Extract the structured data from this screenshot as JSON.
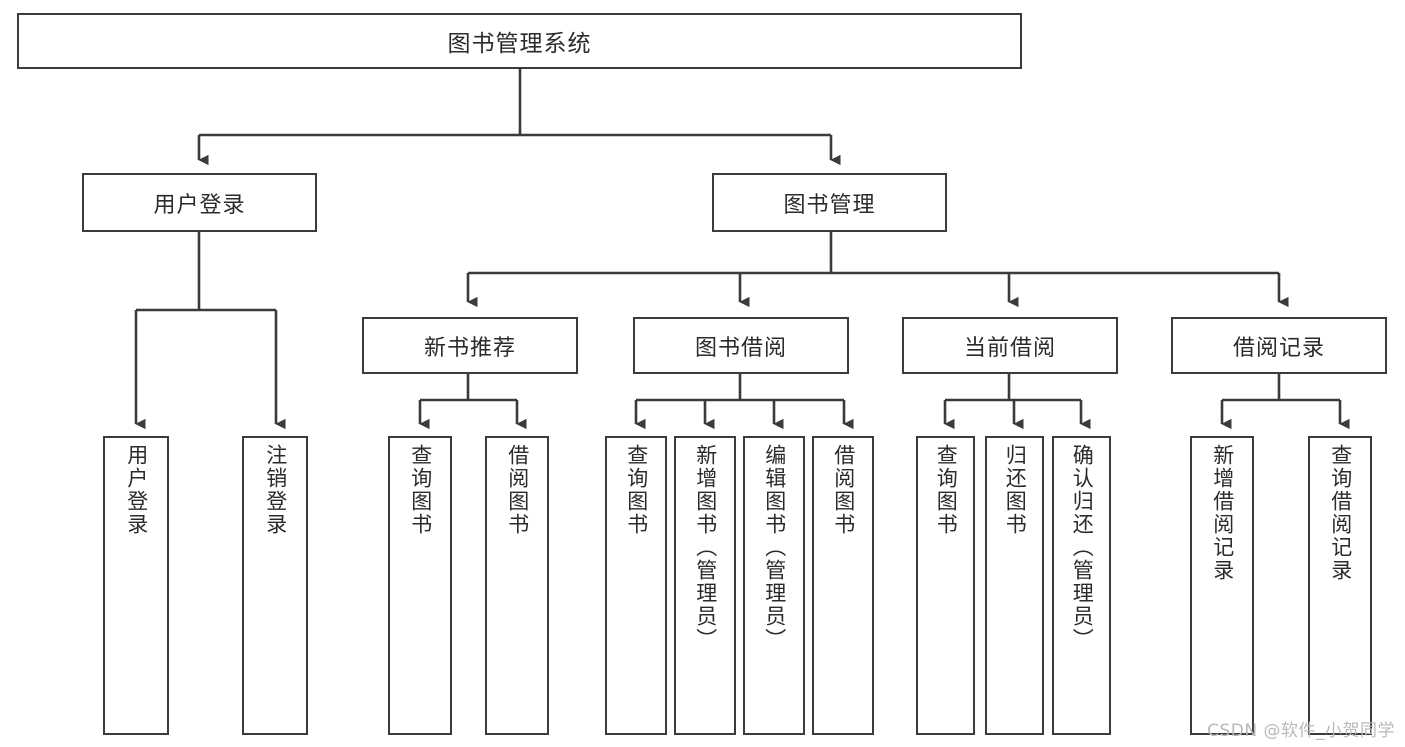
{
  "diagram": {
    "title": "图书管理系统",
    "type": "tree",
    "watermark": "CSDN @软件_小贺同学",
    "colors": {
      "stroke": "#3b3b3b",
      "text": "#2b2b2b",
      "background": "#ffffff",
      "watermark": "#b9b9b9"
    },
    "nodes": {
      "root": {
        "label": "图书管理系统"
      },
      "level2": [
        {
          "label": "用户登录"
        },
        {
          "label": "图书管理"
        }
      ],
      "level3": [
        {
          "label": "新书推荐"
        },
        {
          "label": "图书借阅"
        },
        {
          "label": "当前借阅"
        },
        {
          "label": "借阅记录"
        }
      ],
      "leaves": {
        "user_login": [
          {
            "label": "用户登录"
          },
          {
            "label": "注销登录"
          }
        ],
        "new_book_recommend": [
          {
            "label": "查询图书"
          },
          {
            "label": "借阅图书"
          }
        ],
        "book_borrow": [
          {
            "label": "查询图书"
          },
          {
            "label": "新增图书（管理员）"
          },
          {
            "label": "编辑图书（管理员）"
          },
          {
            "label": "借阅图书"
          }
        ],
        "current_borrow": [
          {
            "label": "查询图书"
          },
          {
            "label": "归还图书"
          },
          {
            "label": "确认归还（管理员）"
          }
        ],
        "borrow_record": [
          {
            "label": "新增借阅记录"
          },
          {
            "label": "查询借阅记录"
          }
        ]
      }
    }
  }
}
